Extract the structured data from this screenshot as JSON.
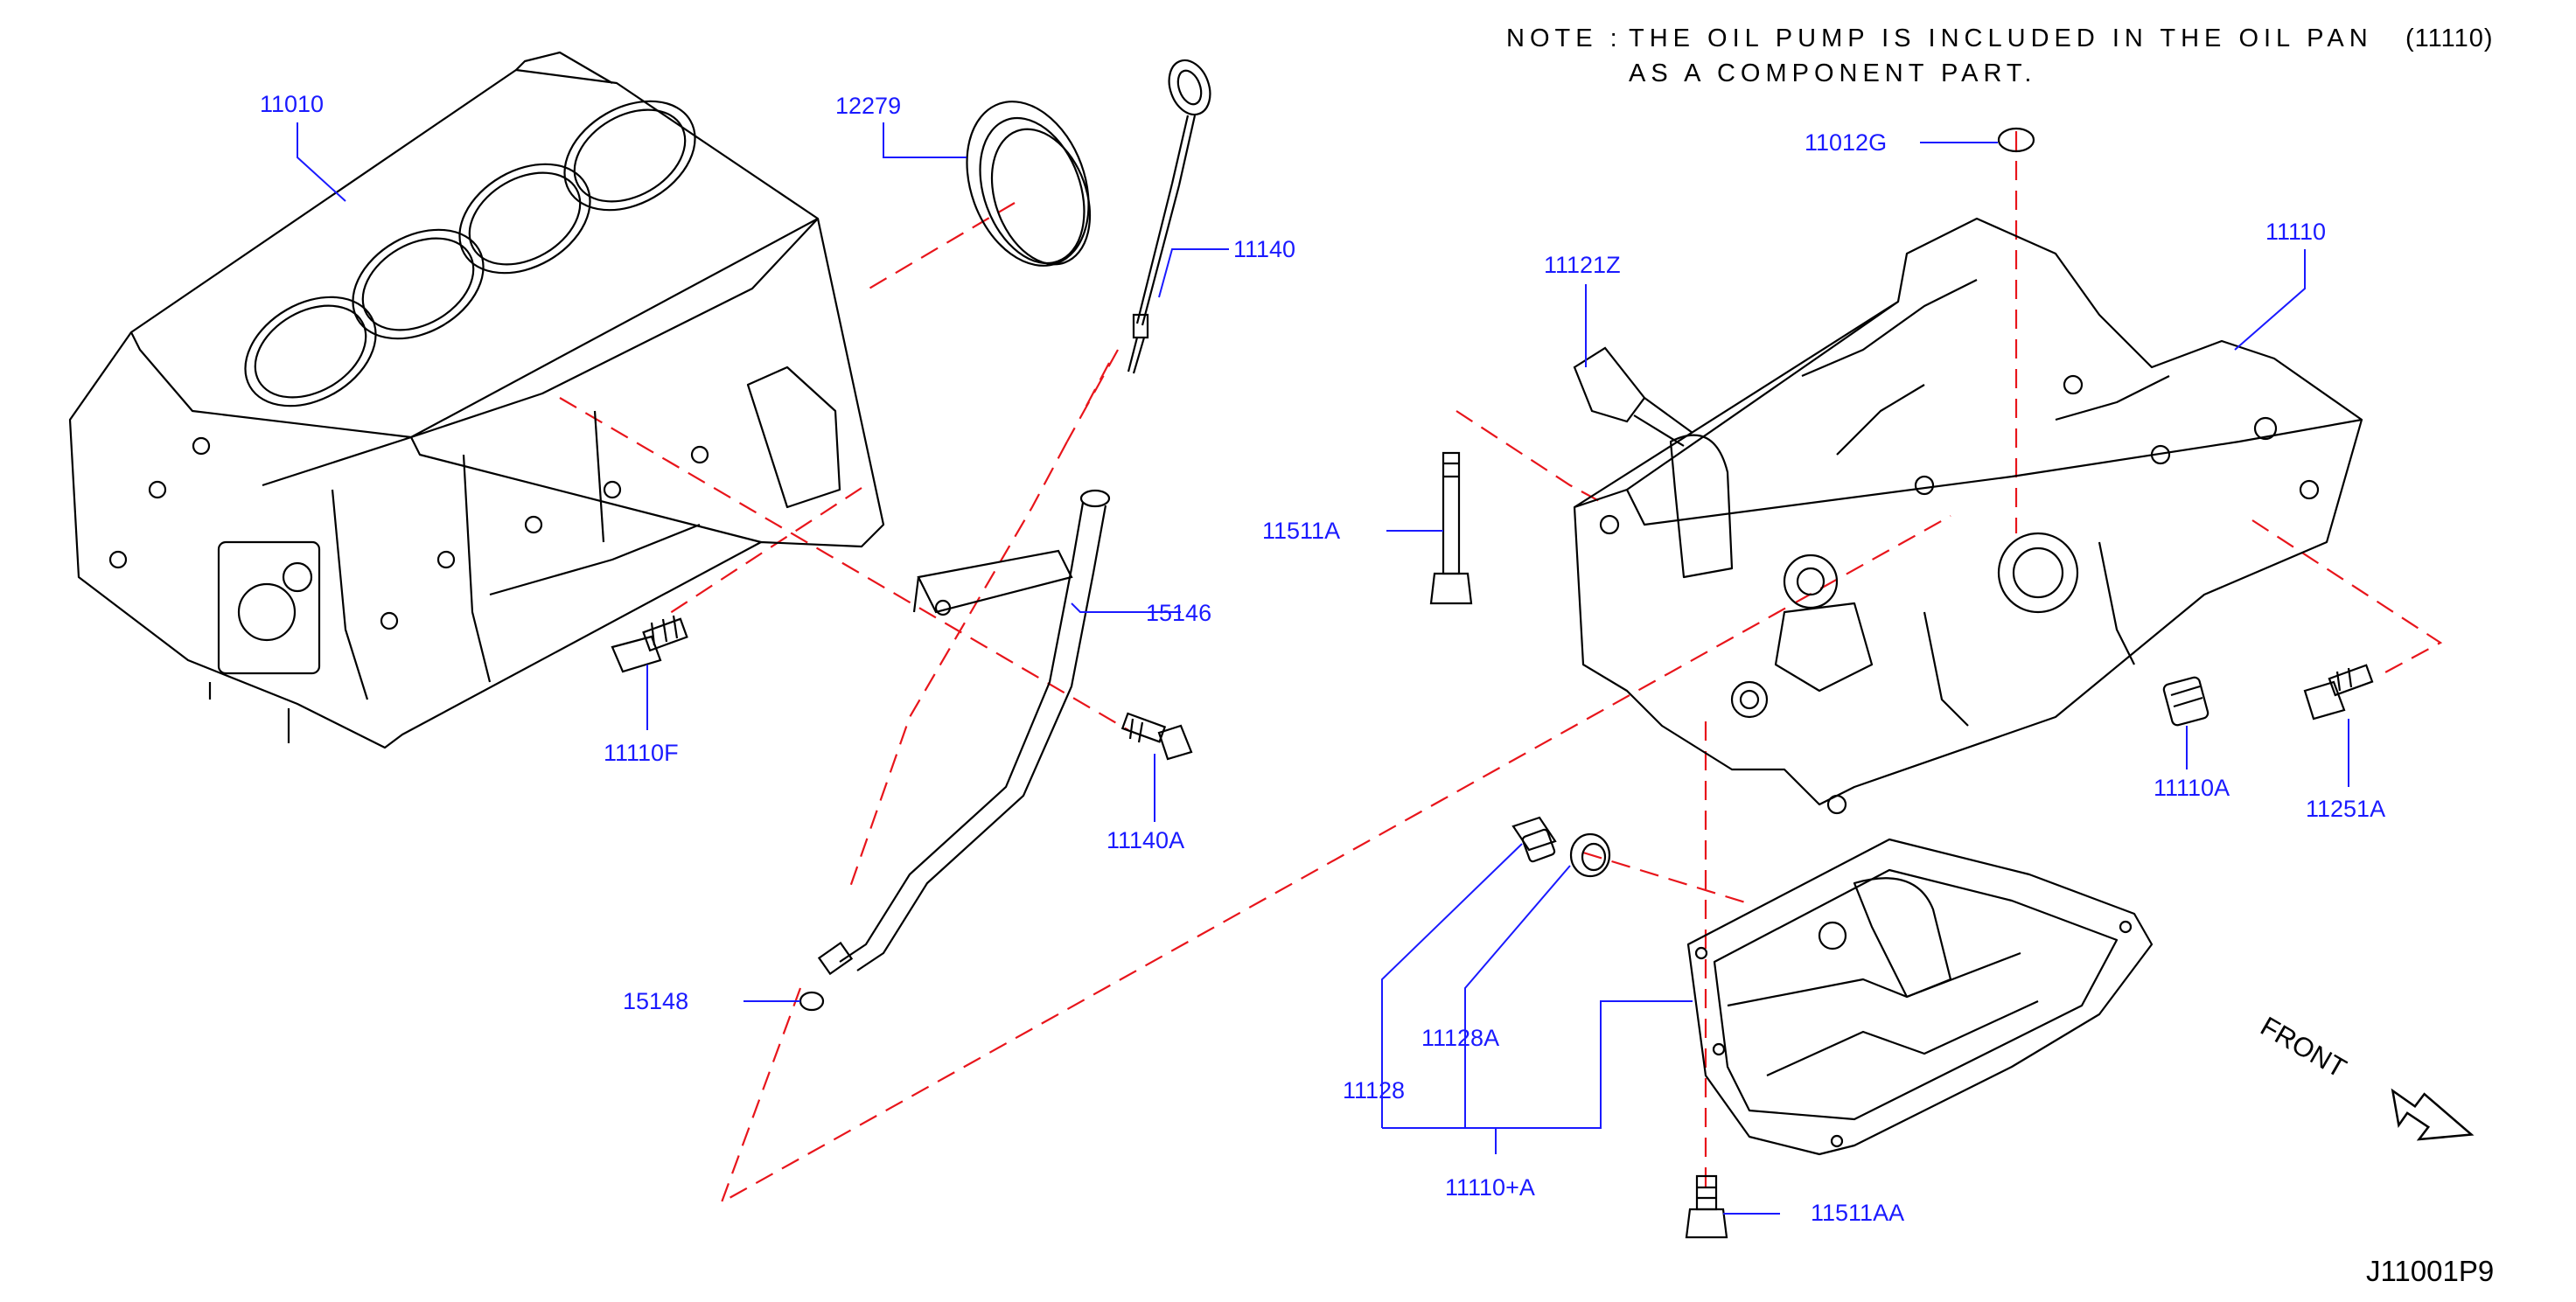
{
  "note": {
    "prefix": "NOTE :",
    "line1": "THE OIL PUMP IS INCLUDED IN THE OIL PAN",
    "line2": "AS A COMPONENT PART.",
    "ref": "(11110)"
  },
  "parts": {
    "p11010": "11010",
    "p12279": "12279",
    "p11140": "11140",
    "p15146": "15146",
    "p11110F": "11110F",
    "p11140A": "11140A",
    "p15148": "15148",
    "p11012G": "11012G",
    "p11121Z": "11121Z",
    "p11110": "11110",
    "p11511A": "11511A",
    "p11110A": "11110A",
    "p11251A": "11251A",
    "p11128A": "11128A",
    "p11128": "11128",
    "p11110pA": "11110+A",
    "p11511AA": "11511AA"
  },
  "front_label": "FRONT",
  "diagram_code": "J11001P9",
  "colors": {
    "label": "#1a1aff",
    "leader": "#1a1aff",
    "dash": "#e8151b",
    "line": "#000000"
  }
}
